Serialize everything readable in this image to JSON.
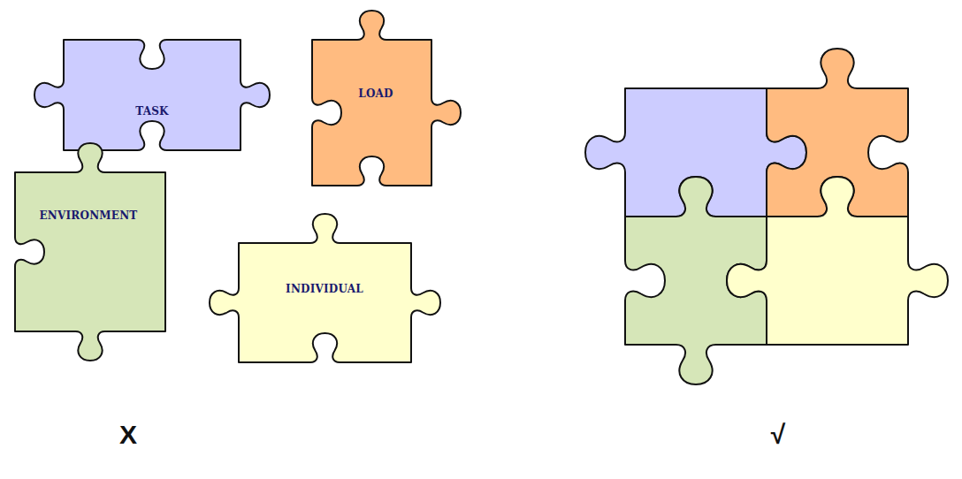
{
  "diagram": {
    "nodes": [
      {
        "text": [
          "TASK"
        ]
      },
      {
        "text": [
          "LOAD"
        ]
      },
      {
        "text": [
          "ENVIRONMENT"
        ]
      },
      {
        "text": [
          "INDIVIDUAL"
        ]
      }
    ],
    "labels": [
      "X",
      "√"
    ]
  }
}
